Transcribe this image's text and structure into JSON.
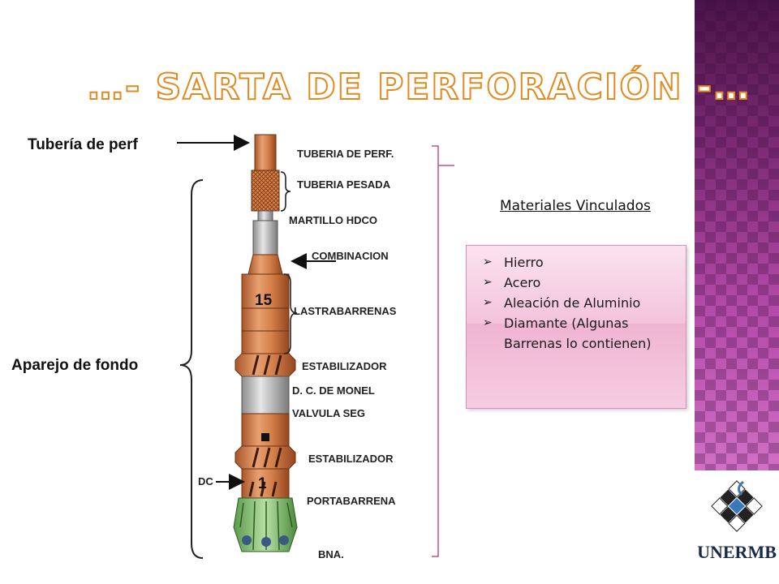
{
  "title": "…- SARTA DE PERFORACIÓN -…",
  "diagram": {
    "left_labels": {
      "tuberia": "Tubería de perf",
      "aparejo": "Aparejo de fondo",
      "dc": "DC"
    },
    "component_labels": {
      "tuberia_perf": "TUBERIA DE PERF.",
      "tuberia_pesada": "TUBERIA PESADA",
      "martillo": "MARTILLO HDCO",
      "combinacion": "COMBINACION",
      "lastrabarrenas": "LASTRABARRENAS",
      "estabilizador1": "ESTABILIZADOR",
      "monel": "D. C. DE MONEL",
      "valvula": "VALVULA SEG",
      "estabilizador2": "ESTABILIZADOR",
      "portabarrena": "PORTABARRENA",
      "bna": "BNA."
    },
    "numbers": {
      "n15": "15",
      "n1": "1"
    }
  },
  "materials": {
    "title": "Materiales Vinculados",
    "items": [
      "Hierro",
      "Acero",
      "Aleación de Aluminio",
      "Diamante (Algunas Barrenas lo contienen)"
    ]
  },
  "logo": {
    "text": "UNERMB"
  },
  "colors": {
    "accent_orange": "#e08a1f",
    "pipe_orange": "#d9824a",
    "sidebar_purple": "#9e3b94",
    "bracket_pink": "#c0508a"
  }
}
